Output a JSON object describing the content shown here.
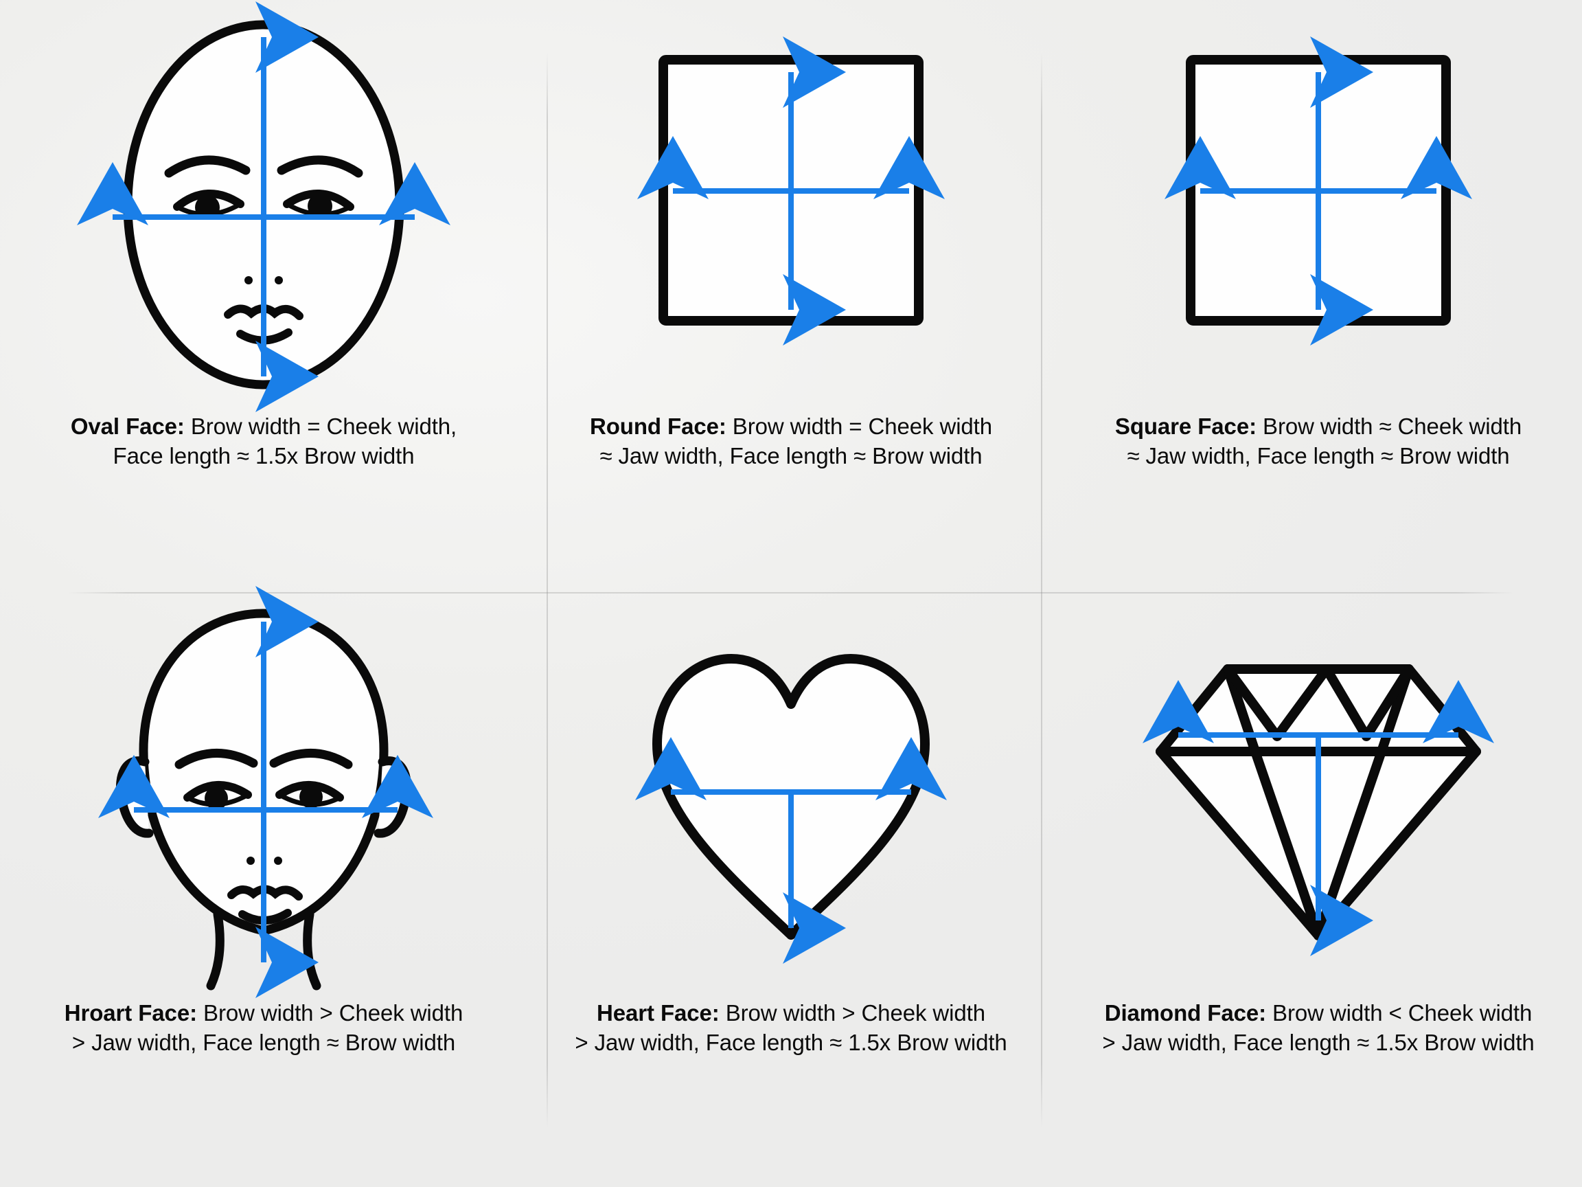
{
  "meta": {
    "title": "Face Shape Measurement Guide",
    "stroke_color": "#0a0a0a",
    "arrow_color": "#1a7fe8",
    "background_color": "#efefed",
    "divider_color": "#c9c9c9"
  },
  "cells": [
    {
      "id": "oval",
      "shape": "oval-face-illustration",
      "name": "Oval Face",
      "caption_lead": "Oval Face:",
      "caption_line1": " Brow width = Cheek width,",
      "caption_line2": "Face length ≈ 1.5x Brow width",
      "arrows": {
        "horizontal": "double-headed-horizontal-arrow",
        "vertical": "double-headed-vertical-arrow"
      }
    },
    {
      "id": "round",
      "shape": "round-square-illustration",
      "name": "Round Face",
      "caption_lead": "Round Face:",
      "caption_line1": " Brow width = Cheek width",
      "caption_line2": "≈ Jaw width, Face length ≈ Brow width",
      "arrows": {
        "horizontal": "double-headed-horizontal-arrow",
        "vertical": "double-headed-vertical-arrow"
      }
    },
    {
      "id": "square",
      "shape": "square-illustration",
      "name": "Square Face",
      "caption_lead": "Square Face:",
      "caption_line1": " Brow width ≈ Cheek width",
      "caption_line2": "≈ Jaw width, Face length ≈ Brow width",
      "arrows": {
        "horizontal": "double-headed-horizontal-arrow",
        "vertical": "double-headed-vertical-arrow"
      }
    },
    {
      "id": "hroart",
      "shape": "head-with-ears-illustration",
      "name": "Hroart Face",
      "caption_lead": "Hroart Face:",
      "caption_line1": " Brow width > Cheek width",
      "caption_line2": "> Jaw width, Face length ≈ Brow width",
      "arrows": {
        "horizontal": "double-headed-horizontal-arrow",
        "vertical": "double-headed-vertical-arrow"
      }
    },
    {
      "id": "heart",
      "shape": "heart-illustration",
      "name": "Heart Face",
      "caption_lead": "Heart Face:",
      "caption_line1": " Brow width > Cheek width",
      "caption_line2": "> Jaw width, Face length ≈ 1.5x Brow width",
      "arrows": {
        "horizontal": "double-headed-horizontal-arrow",
        "vertical": "single-headed-down-arrow"
      }
    },
    {
      "id": "diamond",
      "shape": "diamond-gem-illustration",
      "name": "Diamond Face",
      "caption_lead": "Diamond Face:",
      "caption_line1": " Brow width < Cheek width",
      "caption_line2": "> Jaw width, Face length ≈ 1.5x Brow width",
      "arrows": {
        "horizontal": "double-headed-horizontal-arrow",
        "vertical": "single-headed-down-arrow"
      }
    }
  ]
}
